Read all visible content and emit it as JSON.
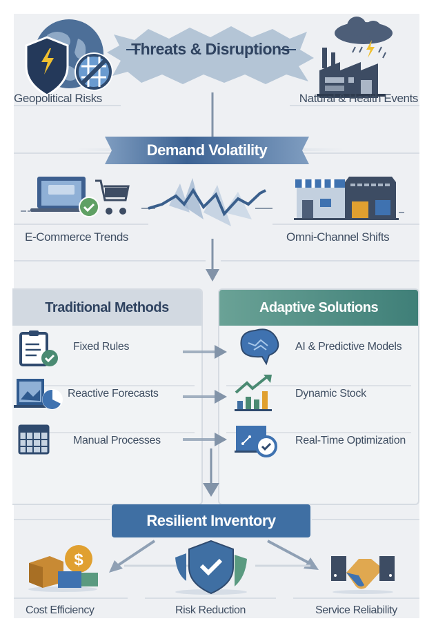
{
  "threats": {
    "title": "Threats & Disruptions",
    "left_label": "Geopolitical Risks",
    "right_label": "Natural & Health Events"
  },
  "demand": {
    "title": "Demand Volatility",
    "left_label": "E-Commerce Trends",
    "right_label": "Omni-Channel Shifts"
  },
  "traditional": {
    "title": "Traditional Methods",
    "items": [
      {
        "label": "Fixed Rules",
        "icon": "clipboard-check-icon"
      },
      {
        "label": "Reactive Forecasts",
        "icon": "chart-screen-icon"
      },
      {
        "label": "Manual Processes",
        "icon": "spreadsheet-icon"
      }
    ]
  },
  "adaptive": {
    "title": "Adaptive Solutions",
    "items": [
      {
        "label": "AI & Predictive Models",
        "icon": "brain-icon"
      },
      {
        "label": "Dynamic Stock",
        "icon": "growth-chart-icon"
      },
      {
        "label": "Real-Time Optimization",
        "icon": "monitor-check-icon"
      }
    ]
  },
  "outcome": {
    "title": "Resilient Inventory",
    "benefits": [
      {
        "label": "Cost Efficiency",
        "icon": "boxes-dollar-icon"
      },
      {
        "label": "Risk Reduction",
        "icon": "shield-check-icon"
      },
      {
        "label": "Service Reliability",
        "icon": "handshake-icon"
      }
    ]
  },
  "colors": {
    "navy": "#2f4a6e",
    "blue": "#3f6fa3",
    "teal": "#4a8a82",
    "gray_header": "#d2d9e1",
    "background": "#eef0f3",
    "accent_yellow": "#f0c030",
    "accent_orange": "#e0a030",
    "green": "#5a9a70"
  }
}
